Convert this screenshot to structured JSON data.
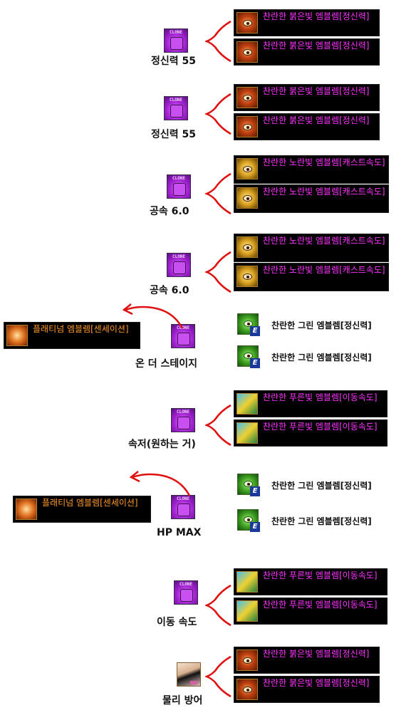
{
  "groups": [
    {
      "caption": "정신력 55",
      "icon": "clone-avatar-icon",
      "emblems": [
        {
          "color": "red",
          "text": "찬란한 붉은빛 엠블렘[정신력]"
        },
        {
          "color": "red",
          "text": "찬란한 붉은빛 엠블렘[정신력]"
        }
      ]
    },
    {
      "caption": "정신력 55",
      "icon": "clone-avatar-icon",
      "emblems": [
        {
          "color": "red",
          "text": "찬란한 붉은빛 엠블렘[정신력]"
        },
        {
          "color": "red",
          "text": "찬란한 붉은빛 엠블렘[정신력]"
        }
      ]
    },
    {
      "caption": "공속 6.0",
      "icon": "clone-avatar-icon",
      "emblems": [
        {
          "color": "yellow",
          "text": "찬란한 노란빛 엠블렘[캐스트속도]"
        },
        {
          "color": "yellow",
          "text": "찬란한 노란빛 엠블렘[캐스트속도]"
        }
      ]
    },
    {
      "caption": "공속 6.0",
      "icon": "clone-avatar-icon",
      "emblems": [
        {
          "color": "yellow",
          "text": "찬란한 노란빛 엠블렘[캐스트속도]"
        },
        {
          "color": "yellow",
          "text": "찬란한 노란빛 엠블렘[캐스트속도]"
        }
      ]
    },
    {
      "caption": "온 더 스테이지",
      "icon": "clone-avatar-icon",
      "platinum": "플래티넘 엠블렘[센세이션]",
      "emblems": [
        {
          "color": "green",
          "text": "찬란한 그린 엠블렘[정신력]"
        },
        {
          "color": "green",
          "text": "찬란한 그린 엠블렘[정신력]"
        }
      ]
    },
    {
      "caption": "속저(원하는 거)",
      "icon": "clone-avatar-icon",
      "emblems": [
        {
          "color": "blue",
          "text": "찬란한 푸른빛 엠블렘[이동속도]"
        },
        {
          "color": "blue",
          "text": "찬란한 푸른빛 엠블렘[이동속도]"
        }
      ]
    },
    {
      "caption": "HP MAX",
      "icon": "clone-avatar-icon",
      "platinum": "플래티넘 엠블렘[센세이션]",
      "emblems": [
        {
          "color": "green",
          "text": "찬란한 그린 엠블렘[정신력]"
        },
        {
          "color": "green",
          "text": "찬란한 그린 엠블렘[정신력]"
        }
      ]
    },
    {
      "caption": "이동 속도",
      "icon": "clone-avatar-icon",
      "emblems": [
        {
          "color": "blue",
          "text": "찬란한 푸른빛 엠블렘[이동속도]"
        },
        {
          "color": "blue",
          "text": "찬란한 푸른빛 엠블렘[이동속도]"
        }
      ]
    },
    {
      "caption": "물리 방어",
      "icon": "avatar-portrait-icon",
      "emblems": [
        {
          "color": "red",
          "text": "찬란한 붉은빛 엠블렘[정신력]"
        },
        {
          "color": "red",
          "text": "찬란한 붉은빛 엠블렘[정신력]"
        }
      ]
    }
  ],
  "colors": {
    "annotation_red": "#e01010",
    "emblem_text_magenta": "#ff33ff",
    "emblem_text_orange": "#ff9a2a",
    "emblem_bg": "#000000"
  }
}
